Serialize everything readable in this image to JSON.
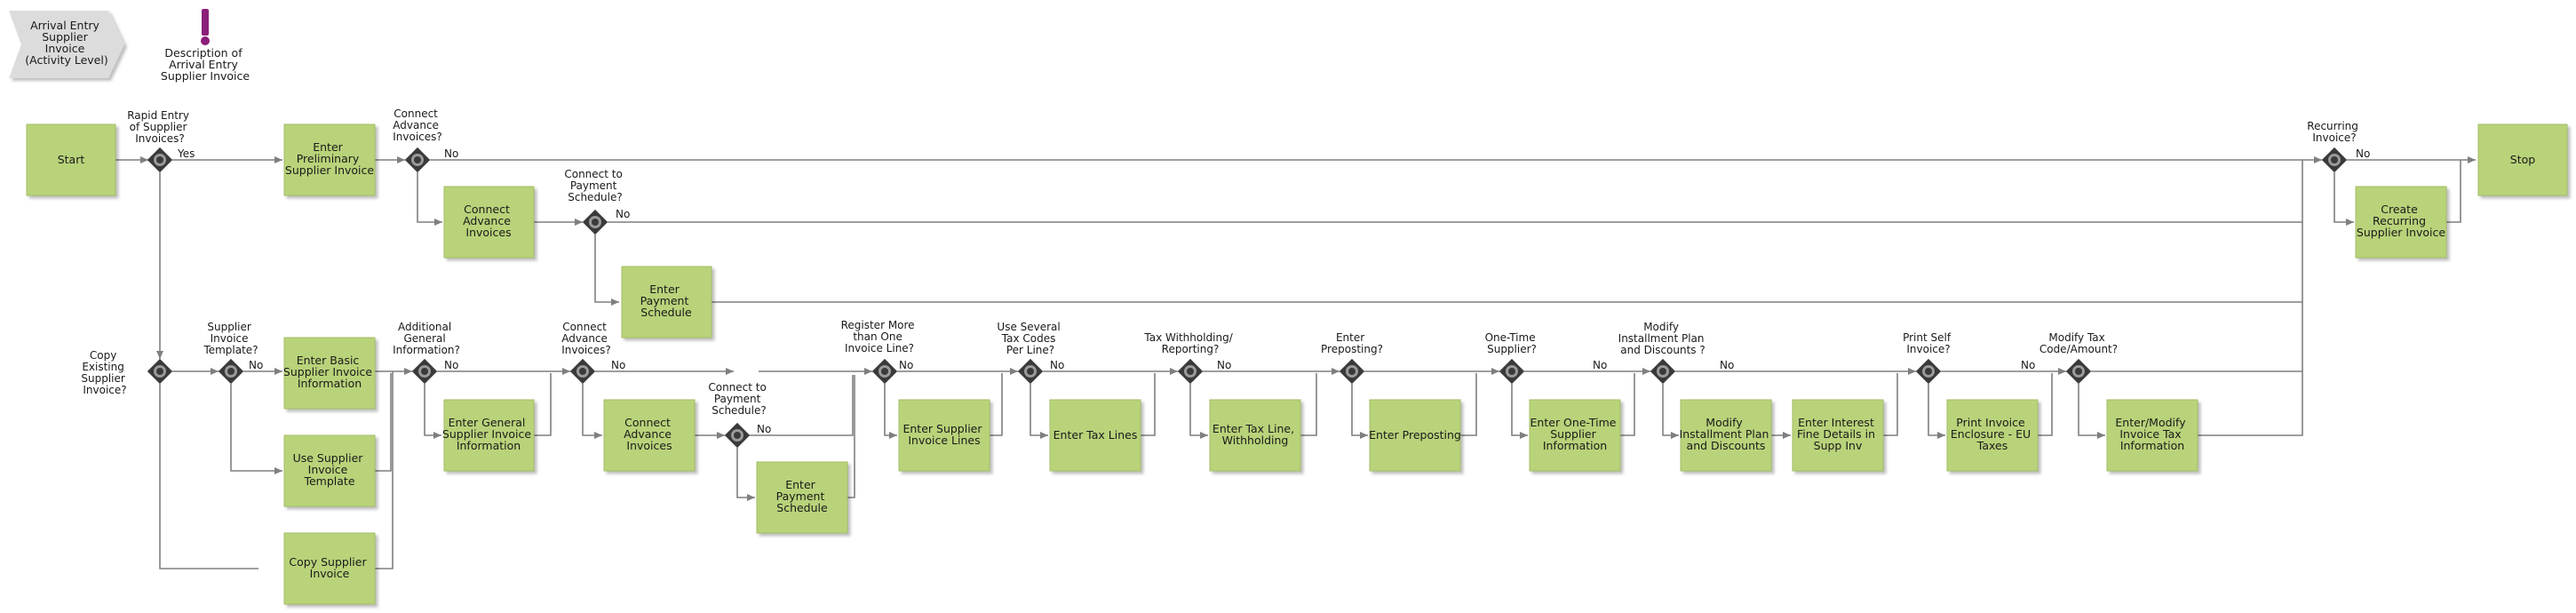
{
  "legend": {
    "process_label": [
      "Arrival Entry",
      "Supplier",
      "Invoice",
      "(Activity Level)"
    ],
    "description_label": [
      "Description of",
      "Arrival Entry",
      "Supplier Invoice"
    ],
    "colors": {
      "legend_shape": "#dcdcdc",
      "description_icon": "#8b1f7a"
    }
  },
  "colors": {
    "activity": "#b9d37a",
    "activity_border": "#a4bd66",
    "gateway_outer": "#3a3a3a",
    "gateway_inner": "#9a9a9a",
    "flow": "#7f7f7f"
  },
  "activities": {
    "start": [
      "Start"
    ],
    "stop": [
      "Stop"
    ],
    "enter_prelim": [
      "Enter",
      "Preliminary",
      "Supplier Invoice"
    ],
    "connect_adv_top": [
      "Connect",
      "Advance",
      "Invoices"
    ],
    "enter_pay_top": [
      "Enter",
      "Payment",
      "Schedule"
    ],
    "create_recurring": [
      "Create",
      "Recurring",
      "Supplier Invoice"
    ],
    "enter_basic": [
      "Enter Basic",
      "Supplier Invoice",
      "Information"
    ],
    "use_template": [
      "Use Supplier",
      "Invoice",
      "Template"
    ],
    "copy_invoice": [
      "Copy Supplier",
      "Invoice"
    ],
    "enter_general": [
      "Enter General",
      "Supplier Invoice",
      "Information"
    ],
    "connect_adv_bottom": [
      "Connect",
      "Advance",
      "Invoices"
    ],
    "enter_pay_bottom": [
      "Enter",
      "Payment",
      "Schedule"
    ],
    "enter_lines": [
      "Enter Supplier",
      "Invoice Lines"
    ],
    "enter_tax_lines": [
      "Enter Tax Lines"
    ],
    "enter_tax_withholding": [
      "Enter Tax Line,",
      "Withholding"
    ],
    "enter_preposting": [
      "Enter Preposting"
    ],
    "enter_one_time": [
      "Enter One-Time",
      "Supplier",
      "Information"
    ],
    "modify_installment": [
      "Modify",
      "Installment Plan",
      "and Discounts"
    ],
    "enter_interest": [
      "Enter Interest",
      "Fine Details in",
      "Supp Inv"
    ],
    "print_enclosure": [
      "Print Invoice",
      "Enclosure - EU",
      "Taxes"
    ],
    "modify_tax": [
      "Enter/Modify",
      "Invoice Tax",
      "Information"
    ]
  },
  "gateways": {
    "rapid_entry": [
      "Rapid Entry",
      "of Supplier",
      "Invoices?"
    ],
    "connect_advance_top": [
      "Connect",
      "Advance",
      "Invoices?"
    ],
    "connect_payment_top": [
      "Connect to",
      "Payment",
      "Schedule?"
    ],
    "recurring": [
      "Recurring",
      "Invoice?"
    ],
    "copy_existing": [
      "Copy",
      "Existing",
      "Supplier",
      "Invoice?"
    ],
    "supplier_template": [
      "Supplier",
      "Invoice",
      "Template?"
    ],
    "additional_general": [
      "Additional",
      "General",
      "Information?"
    ],
    "connect_advance_bottom": [
      "Connect",
      "Advance",
      "Invoices?"
    ],
    "connect_payment_bottom": [
      "Connect to",
      "Payment",
      "Schedule?"
    ],
    "register_more": [
      "Register More",
      "than One",
      "Invoice Line?"
    ],
    "use_several_tax": [
      "Use Several",
      "Tax Codes",
      "Per Line?"
    ],
    "tax_withholding": [
      "Tax Withholding/",
      "Reporting?"
    ],
    "enter_preposting_q": [
      "Enter",
      "Preposting?"
    ],
    "one_time_supplier": [
      "One-Time",
      "Supplier?"
    ],
    "modify_installment_q": [
      "Modify",
      "Installment Plan",
      "and Discounts ?"
    ],
    "print_self": [
      "Print Self",
      "Invoice?"
    ],
    "modify_tax_code": [
      "Modify Tax",
      "Code/Amount?"
    ]
  },
  "edge_labels": {
    "yes": "Yes",
    "no": "No"
  }
}
